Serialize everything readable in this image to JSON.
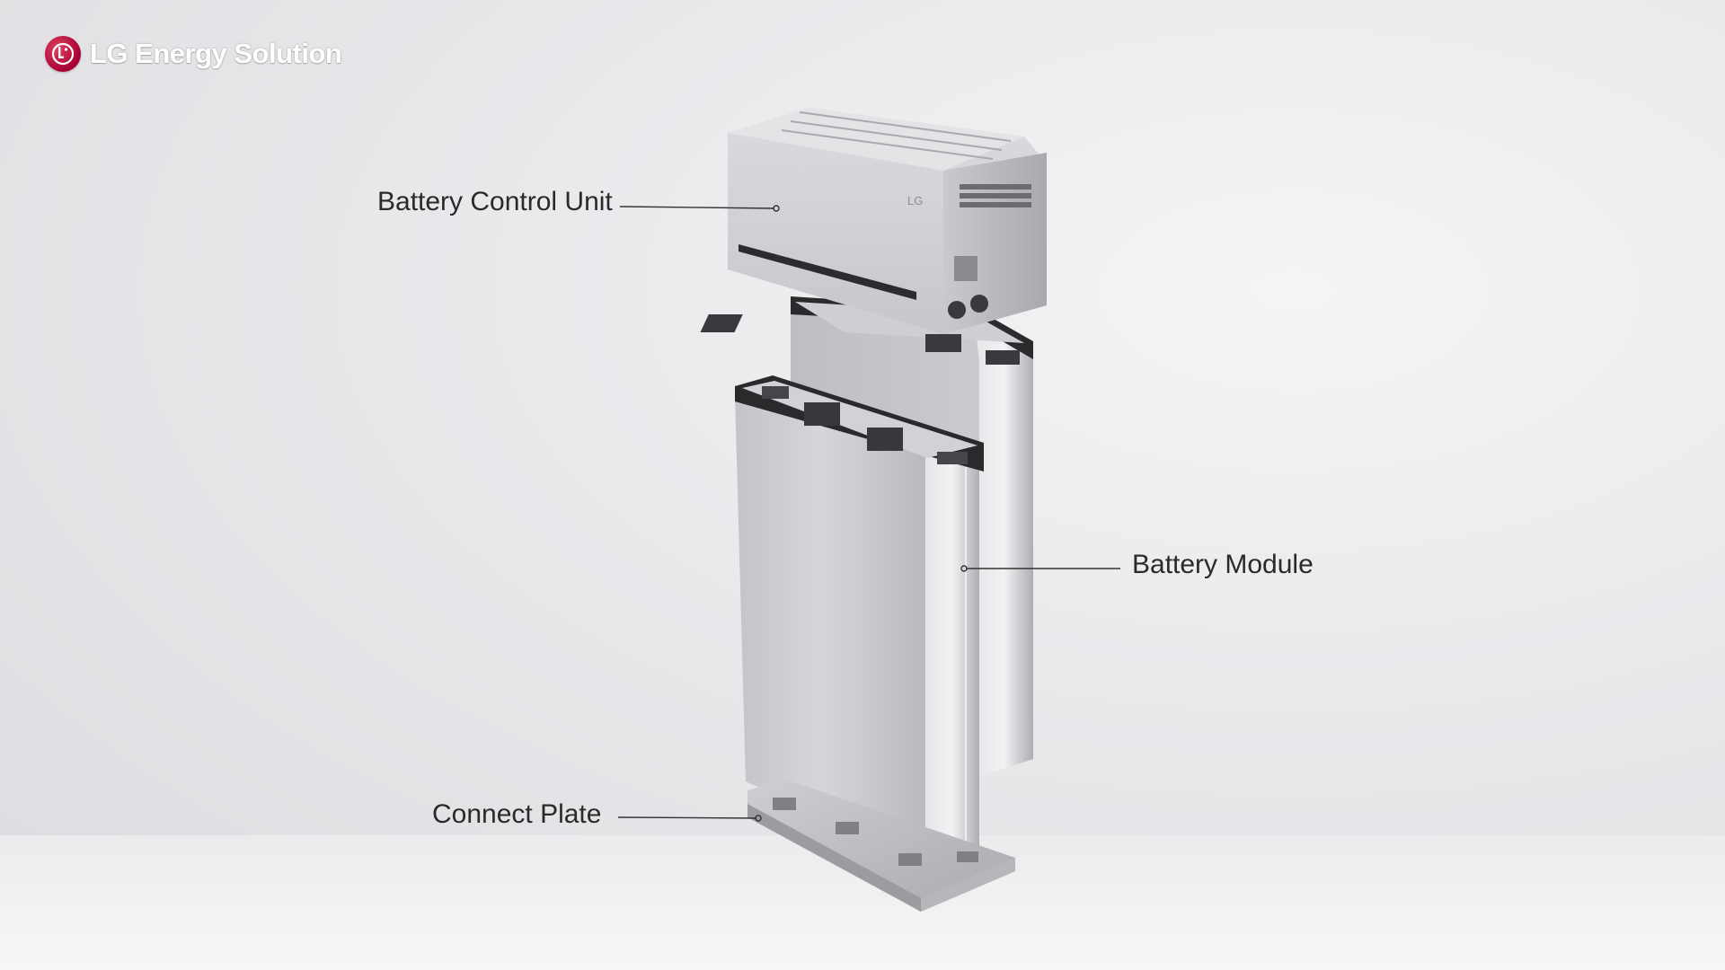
{
  "brand": {
    "name": "LG Energy Solution"
  },
  "components": {
    "bcu_label": "Battery Control Unit",
    "module_label": "Battery Module",
    "plate_label": "Connect Plate"
  },
  "colors": {
    "brand_red": "#a50034",
    "label_text": "#2a2a2a",
    "leader_line": "#333333"
  }
}
